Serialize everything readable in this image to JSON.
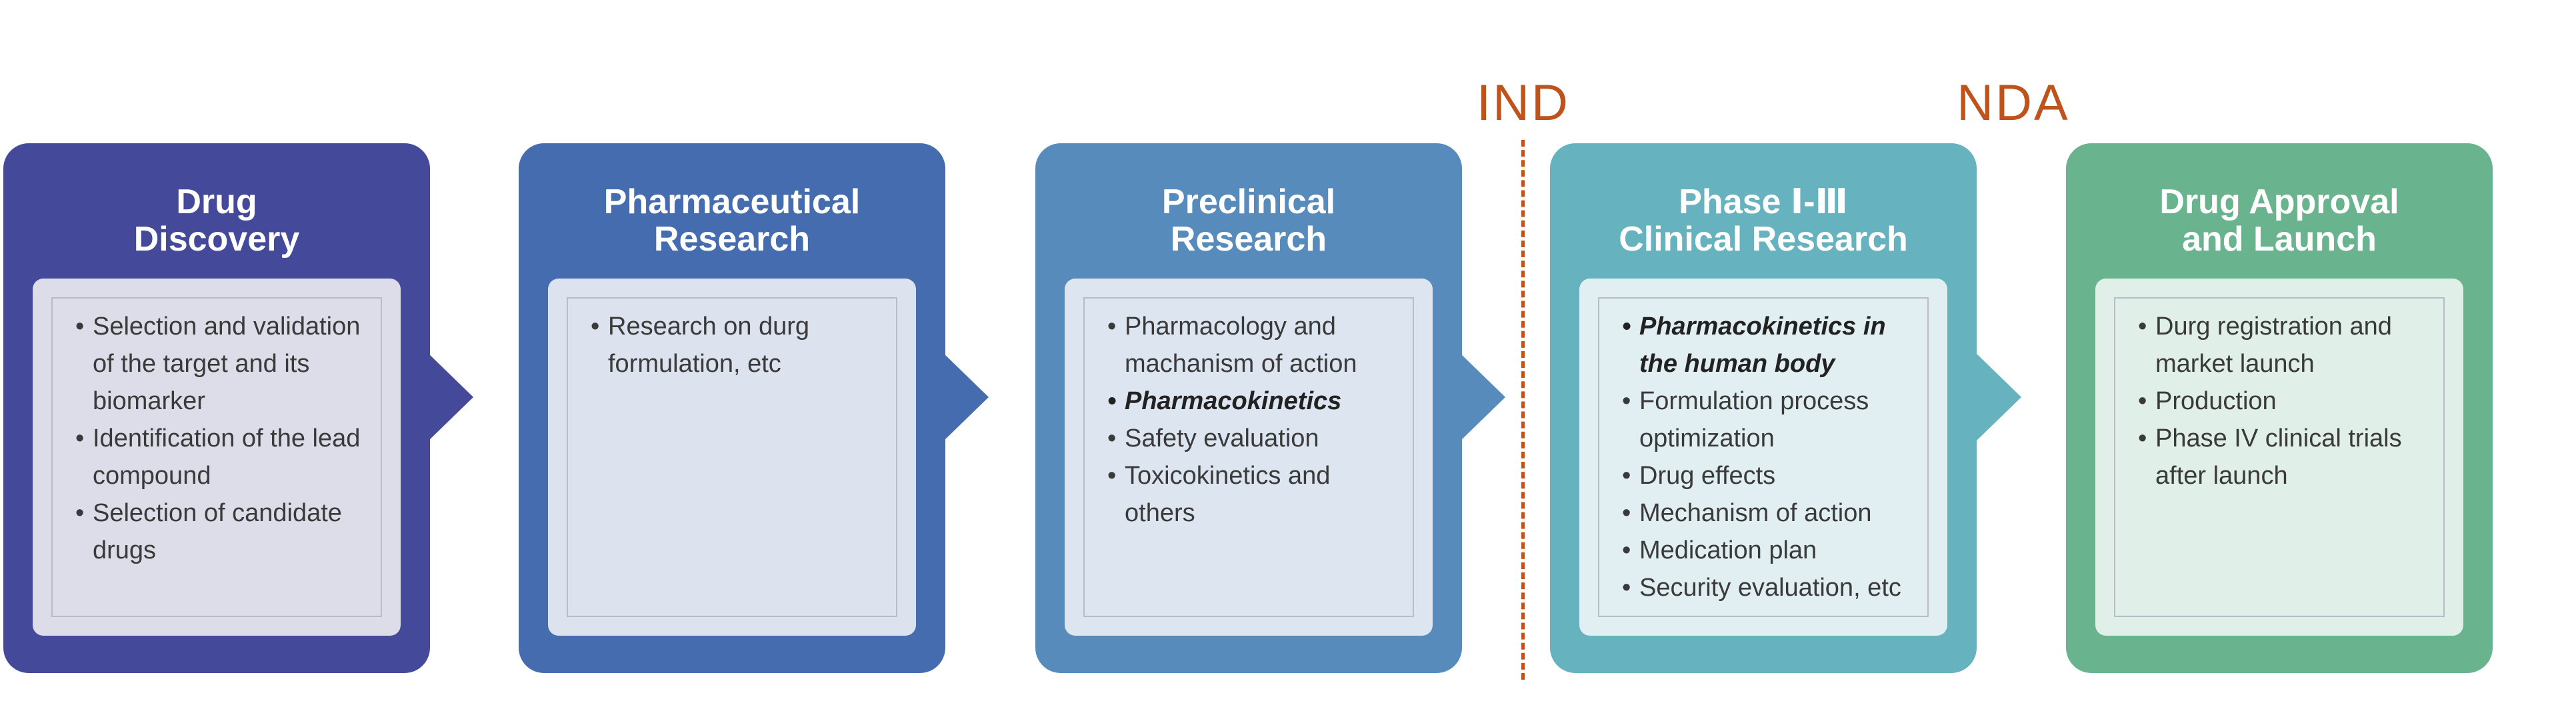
{
  "milestones": [
    {
      "label": "IND"
    },
    {
      "label": "NDA"
    }
  ],
  "stages": [
    {
      "title_lines": [
        "Drug",
        "Discovery"
      ],
      "color": "#45499a",
      "panel_color": "#dcdde9",
      "items": [
        {
          "text": "Selection and validation of the target and its biomarker",
          "emphasis": false
        },
        {
          "text": "Identification of the lead compound",
          "emphasis": false
        },
        {
          "text": "Selection of candidate drugs",
          "emphasis": false
        }
      ]
    },
    {
      "title_lines": [
        "Pharmaceutical",
        "Research"
      ],
      "color": "#466cb0",
      "panel_color": "#dce2ee",
      "items": [
        {
          "text": "Research on durg formulation, etc",
          "emphasis": false
        }
      ]
    },
    {
      "title_lines": [
        "Preclinical",
        "Research"
      ],
      "color": "#568bbc",
      "panel_color": "#dde6f0",
      "items": [
        {
          "text": "Pharmacology and machanism of action",
          "emphasis": false
        },
        {
          "text": "Pharmacokinetics",
          "emphasis": true
        },
        {
          "text": "Safety evaluation",
          "emphasis": false
        },
        {
          "text": "Toxicokinetics and others",
          "emphasis": false
        }
      ]
    },
    {
      "title_lines": [
        "Phase Ⅰ-Ⅲ",
        "Clinical Research"
      ],
      "color": "#66b2be",
      "panel_color": "#e1eff2",
      "items": [
        {
          "text": "Pharmacokinetics in the human body",
          "emphasis": true
        },
        {
          "text": "Formulation process optimization",
          "emphasis": false
        },
        {
          "text": "Drug effects",
          "emphasis": false
        },
        {
          "text": "Mechanism of action",
          "emphasis": false
        },
        {
          "text": "Medication plan",
          "emphasis": false
        },
        {
          "text": "Security evaluation, etc",
          "emphasis": false
        }
      ]
    },
    {
      "title_lines": [
        "Drug Approval",
        "and Launch"
      ],
      "color": "#69b38e",
      "panel_color": "#e0efe7",
      "items": [
        {
          "text": "Durg registration and market launch",
          "emphasis": false
        },
        {
          "text": "Production",
          "emphasis": false
        },
        {
          "text": "Phase IV clinical trials after launch",
          "emphasis": false
        }
      ]
    }
  ]
}
